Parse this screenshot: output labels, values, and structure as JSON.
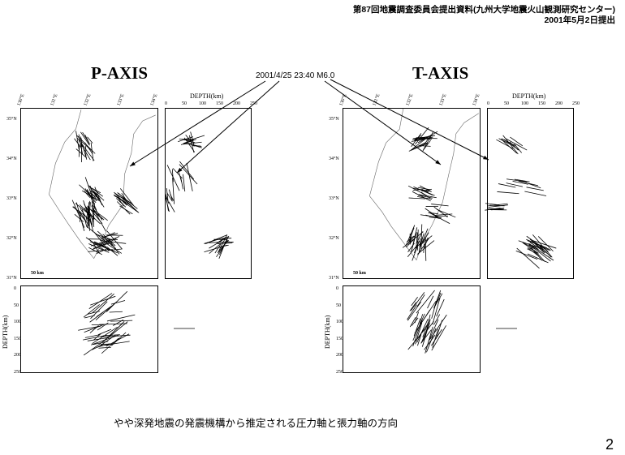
{
  "header": {
    "line1": "第87回地震調査委員会提出資料(九州大学地震火山観測研究センター)",
    "line2": "2001年5月2日提出"
  },
  "titles": {
    "p_axis": "P-AXIS",
    "t_axis": "T-AXIS"
  },
  "event_label": "2001/4/25  23:40  M6.0",
  "depth_axis_label": "DEPTH(km)",
  "depth_ticks": [
    "0",
    "50",
    "100",
    "150",
    "200",
    "250"
  ],
  "lon_ticks": [
    "130°E",
    "131°E",
    "132°E",
    "133°E",
    "134°E"
  ],
  "lat_ticks": [
    "35°N",
    "34°N",
    "33°N",
    "32°N",
    "31°N"
  ],
  "scale_bar": "50 km",
  "caption": "やや深発地震の発震機構から推定される圧力軸と張力軸の方向",
  "page_number": "2"
}
